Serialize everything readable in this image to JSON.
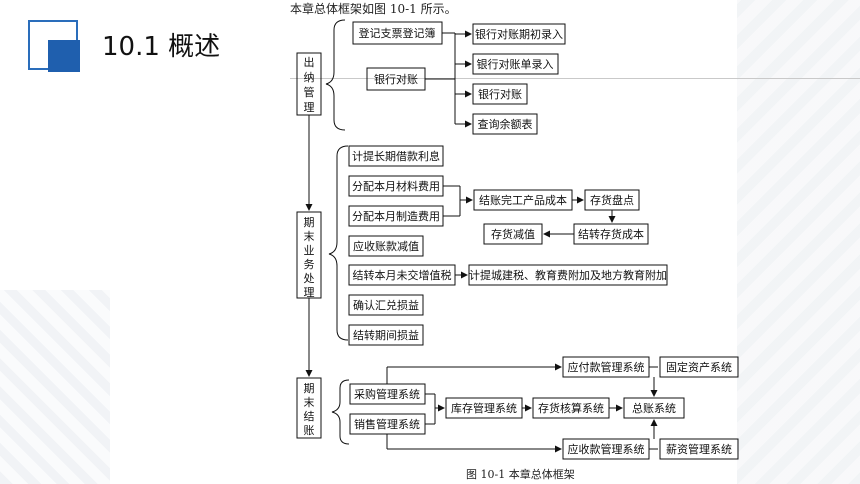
{
  "slide": {
    "title": "10.1  概述",
    "caption_top": "本章总体框架如图 10-1 所示。",
    "caption_bottom": "图 10-1  本章总体框架"
  },
  "diagram": {
    "left_groups": [
      "出纳管理",
      "期末业务处理",
      "期末结账"
    ],
    "cashier": {
      "item1": "登记支票登记簿",
      "item2": "银行对账",
      "sub": [
        "银行对账期初录入",
        "银行对账单录入",
        "银行对账",
        "查询余额表"
      ]
    },
    "period_end": {
      "items": [
        "计提长期借款利息",
        "分配本月材料费用",
        "分配本月制造费用",
        "应收账款减值",
        "结转本月未交增值税",
        "确认汇兑损益",
        "结转期间损益"
      ],
      "finished_goods": "结账完工产品成本",
      "inventory_check": "存货盘点",
      "inventory_writedown": "存货减值",
      "carry_inventory_cost": "结转存货成本",
      "surtax": "计提城建税、教育费附加及地方教育附加"
    },
    "closing": {
      "purchase": "采购管理系统",
      "sales": "销售管理系统",
      "stock": "库存管理系统",
      "inventory_accounting": "存货核算系统",
      "general_ledger": "总账系统",
      "payable": "应付款管理系统",
      "fixed_assets": "固定资产系统",
      "receivable": "应收款管理系统",
      "payroll": "薪资管理系统"
    }
  }
}
